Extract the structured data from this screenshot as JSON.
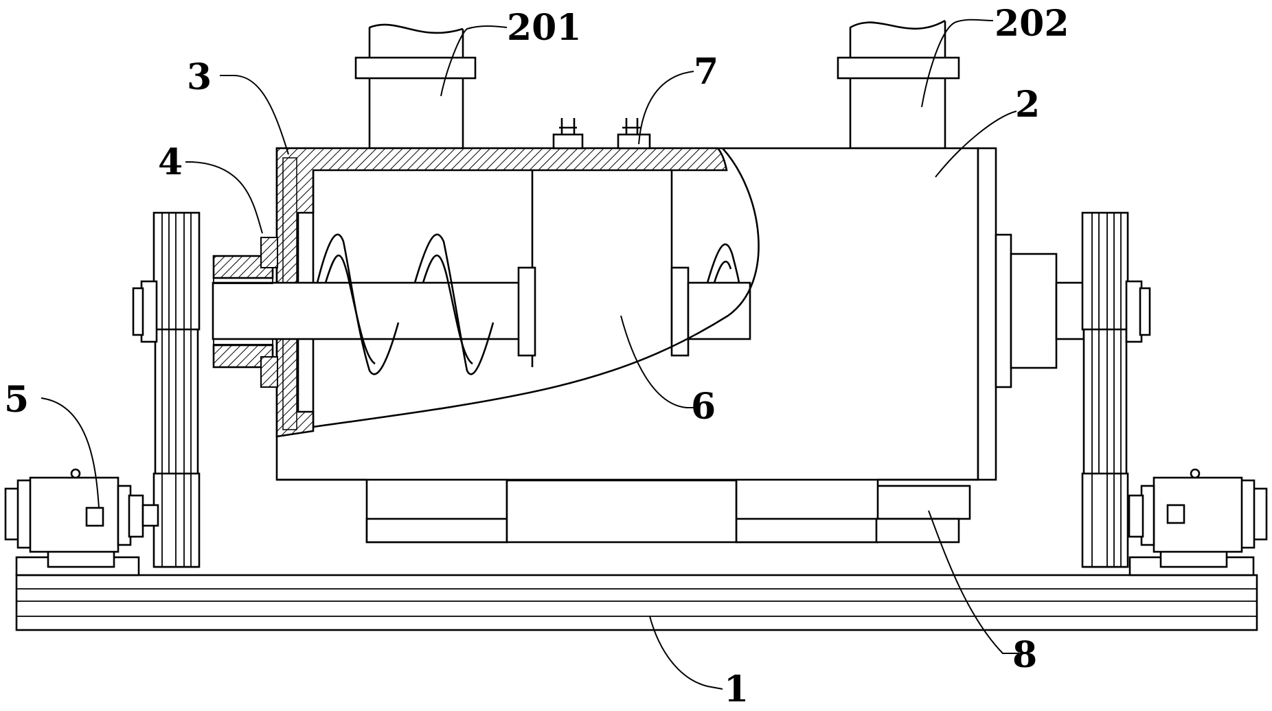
{
  "labels": {
    "base": "1",
    "tank": "2",
    "inlet_left": "201",
    "inlet_right": "202",
    "wall": "3",
    "bearing_seat": "4",
    "motor": "5",
    "auger": "6",
    "sensor": "7",
    "support": "8"
  }
}
